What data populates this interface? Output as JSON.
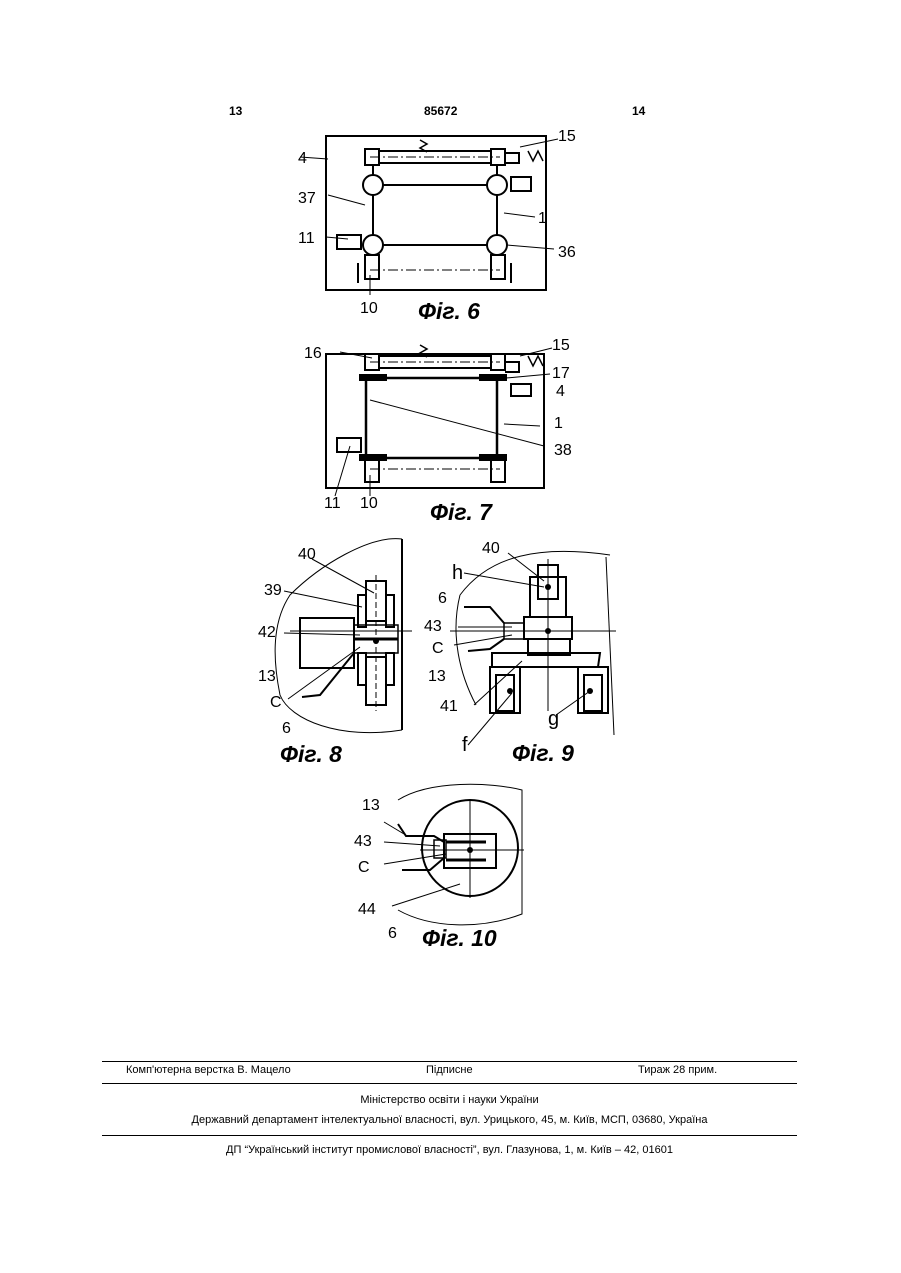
{
  "header": {
    "left_page": "13",
    "patent_number": "85672",
    "right_page": "14"
  },
  "fig6": {
    "caption": "Фіг. 6",
    "labels": [
      "15",
      "4",
      "37",
      "1",
      "11",
      "36",
      "10"
    ]
  },
  "fig7": {
    "caption": "Фіг. 7",
    "labels": [
      "16",
      "15",
      "17",
      "4",
      "1",
      "38",
      "11",
      "10"
    ]
  },
  "fig8": {
    "caption": "Фіг. 8",
    "labels": [
      "40",
      "39",
      "42",
      "13",
      "C",
      "6"
    ]
  },
  "fig9": {
    "caption": "Фіг. 9",
    "labels": [
      "40",
      "h",
      "6",
      "43",
      "C",
      "13",
      "41",
      "g",
      "f"
    ]
  },
  "fig10": {
    "caption": "Фіг. 10",
    "labels": [
      "13",
      "43",
      "C",
      "44",
      "6"
    ]
  },
  "footer": {
    "layout": "Комп'ютерна верстка В. Мацело",
    "signed": "Підписне",
    "circulation": "Тираж 28 прим.",
    "ministry": "Міністерство освіти і науки України",
    "department": "Державний департамент інтелектуальної власності, вул. Урицького, 45, м. Київ, МСП, 03680, Україна",
    "institute": "ДП “Український інститут промислової власності”, вул. Глазунова, 1, м. Київ – 42, 01601"
  }
}
